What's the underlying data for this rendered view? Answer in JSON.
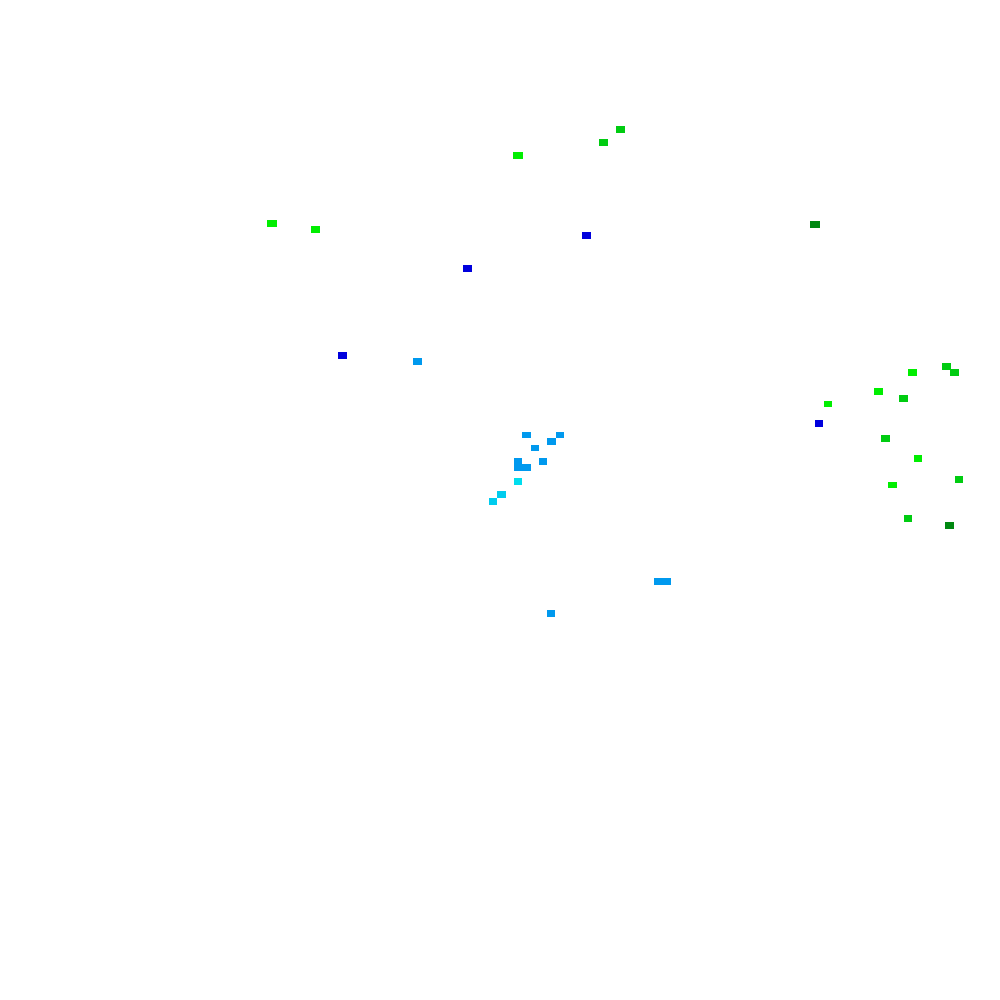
{
  "palette": {
    "background": "#ffffff",
    "bright_green": "#00ee00",
    "green": "#00cc11",
    "dark_green": "#008811",
    "blue": "#0000dd",
    "sky_blue": "#0099ee",
    "cyan": "#00ddee"
  },
  "markers": [
    {
      "group": "green",
      "color": "#00cc11"
    },
    {
      "group": "green",
      "color": "#00cc11"
    },
    {
      "group": "green",
      "color": "#00ee00"
    },
    {
      "group": "green",
      "color": "#00ee00"
    },
    {
      "group": "green",
      "color": "#00ee00"
    },
    {
      "group": "green",
      "color": "#008811"
    },
    {
      "group": "blue",
      "color": "#0000dd"
    },
    {
      "group": "blue",
      "color": "#0000dd"
    },
    {
      "group": "blue",
      "color": "#0000dd"
    },
    {
      "group": "sky-blue",
      "color": "#0099ee"
    },
    {
      "group": "sky-blue",
      "color": "#0099ee"
    },
    {
      "group": "sky-blue",
      "color": "#0099ee"
    },
    {
      "group": "sky-blue",
      "color": "#0099ee"
    },
    {
      "group": "sky-blue",
      "color": "#0099ee"
    },
    {
      "group": "sky-blue",
      "color": "#0099ee"
    },
    {
      "group": "sky-blue",
      "color": "#0099ee"
    },
    {
      "group": "sky-blue",
      "color": "#0099ee"
    },
    {
      "group": "cyan",
      "color": "#00ddee"
    },
    {
      "group": "cyan",
      "color": "#00ccee"
    },
    {
      "group": "cyan",
      "color": "#00ccee"
    },
    {
      "group": "blue",
      "color": "#0000dd"
    },
    {
      "group": "green",
      "color": "#00ee00"
    },
    {
      "group": "green",
      "color": "#00cc11"
    },
    {
      "group": "green",
      "color": "#00ee00"
    },
    {
      "group": "green",
      "color": "#00cc11"
    },
    {
      "group": "green",
      "color": "#00cc11"
    },
    {
      "group": "green",
      "color": "#00ee00"
    },
    {
      "group": "green",
      "color": "#00cc11"
    },
    {
      "group": "green",
      "color": "#00ee00"
    },
    {
      "group": "green",
      "color": "#00cc11"
    },
    {
      "group": "green",
      "color": "#00ee00"
    },
    {
      "group": "green",
      "color": "#008811"
    },
    {
      "group": "green",
      "color": "#00cc11"
    },
    {
      "group": "sky-blue",
      "color": "#0099ee"
    },
    {
      "group": "sky-blue",
      "color": "#0099ee"
    }
  ]
}
